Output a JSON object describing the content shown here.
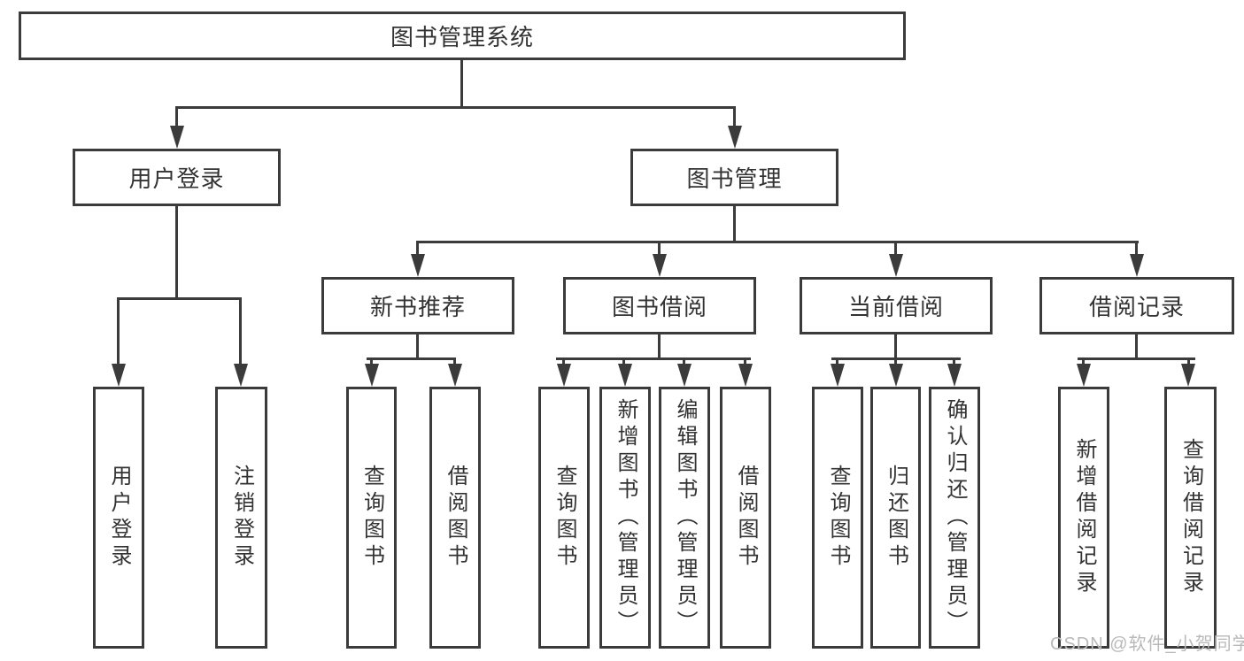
{
  "watermark": "CSDN @软件_小贺同学",
  "colors": {
    "line": "#3b3b3b",
    "box_border": "#3b3b3b",
    "text": "#333333",
    "watermark": "#b9b9b9"
  },
  "tree": {
    "label": "图书管理系统",
    "children": [
      {
        "label": "用户登录",
        "children": [
          {
            "label": "用户登录"
          },
          {
            "label": "注销登录"
          }
        ]
      },
      {
        "label": "图书管理",
        "children": [
          {
            "label": "新书推荐",
            "children": [
              {
                "label": "查询图书"
              },
              {
                "label": "借阅图书"
              }
            ]
          },
          {
            "label": "图书借阅",
            "children": [
              {
                "label": "查询图书"
              },
              {
                "label": "新增图书（管理员）"
              },
              {
                "label": "编辑图书（管理员）"
              },
              {
                "label": "借阅图书"
              }
            ]
          },
          {
            "label": "当前借阅",
            "children": [
              {
                "label": "查询图书"
              },
              {
                "label": "归还图书"
              },
              {
                "label": "确认归还（管理员）"
              }
            ]
          },
          {
            "label": "借阅记录",
            "children": [
              {
                "label": "新增借阅记录"
              },
              {
                "label": "查询借阅记录"
              }
            ]
          }
        ]
      }
    ]
  }
}
